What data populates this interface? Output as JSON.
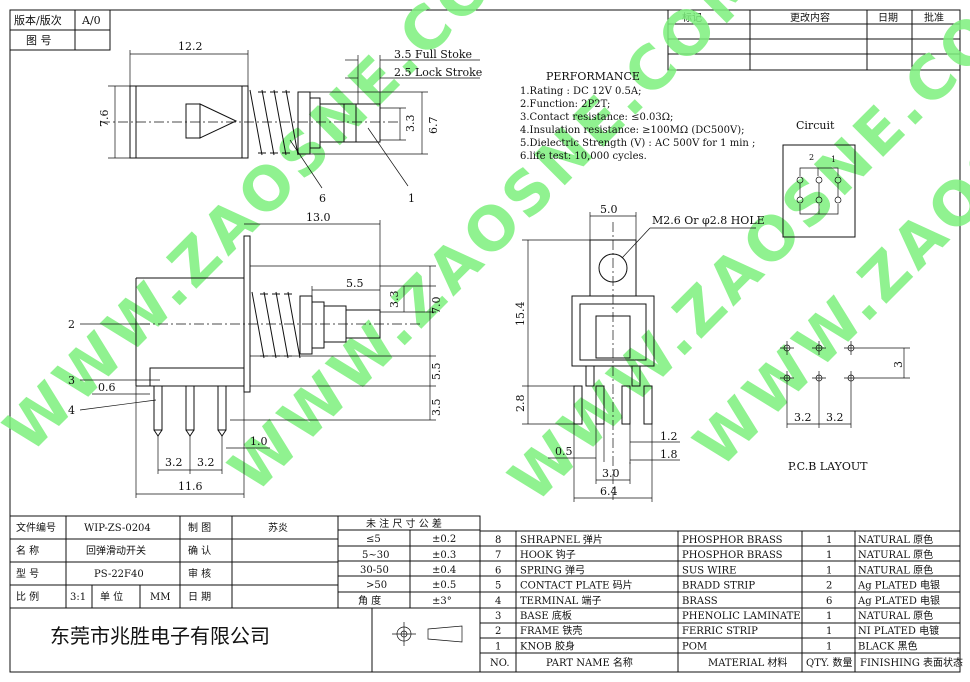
{
  "title_block": {
    "version_label": "版本/版次",
    "version_value": "A/0",
    "drawing_no_label": "图    号"
  },
  "revision_table": {
    "headers": [
      "标记",
      "更改内容",
      "日期",
      "批准"
    ]
  },
  "dimensions": {
    "top_width": "12.2",
    "full_stroke": "3.5 Full Stoke",
    "lock_stroke": "2.5 Lock Stroke",
    "height_left": "7.6",
    "shaft_inner": "3.3",
    "shaft_outer": "6.7",
    "label_6": "6",
    "label_1": "1",
    "side_width": "13.0",
    "side_step": "5.5",
    "side_right_a": "3.3",
    "side_right_b": "7.0",
    "side_right_c": "5.5",
    "side_right_d": "3.5",
    "label_2": "2",
    "label_3": "3",
    "label_4": "4",
    "pin_offset": "0.6",
    "pin_pitch_a": "3.2",
    "pin_pitch_b": "3.2",
    "pin_tail": "1.0",
    "base_width": "11.6",
    "front_top": "5.0",
    "hole_note": "M2.6 Or φ2.8 HOLE",
    "front_height": "15.4",
    "front_pin_len": "2.8",
    "front_pin_w": "0.5",
    "front_right_a": "1.2",
    "front_right_b": "1.8",
    "front_pin_span": "3.0",
    "front_body": "6.4",
    "pcb_pitch_a": "3.2",
    "pcb_pitch_b": "3.2",
    "pcb_row": "3"
  },
  "performance": {
    "heading": "PERFORMANCE",
    "lines": [
      "1.Rating : DC 12V 0.5A;",
      "2.Function: 2P2T;",
      "3.Contact resistance: ≤0.03Ω;",
      "4.Insulation resistance: ≥100MΩ (DC500V);",
      "5.Dielectric Strength (V) : AC 500V for 1 min ;",
      "6.life test: 10,000 cycles."
    ]
  },
  "circuit": {
    "label": "Circuit",
    "pin_a": "2",
    "pin_b": "1"
  },
  "pcb_label": "P.C.B LAYOUT",
  "watermark": "WWW.ZAOSNE.COM",
  "info_block": {
    "rows": [
      {
        "label": "文件编号",
        "value": "WIP-ZS-0204",
        "role": "制    图",
        "person": "苏炎"
      },
      {
        "label": "名    称",
        "value": "回弹滑动开关",
        "role": "确    认",
        "person": ""
      },
      {
        "label": "型    号",
        "value": "PS-22F40",
        "role": "审    核",
        "person": ""
      },
      {
        "label": "比    例",
        "value": "3:1",
        "unit_label": "单  位",
        "unit": "MM",
        "role": "日    期",
        "person": ""
      }
    ],
    "company": "东莞市兆胜电子有限公司"
  },
  "tolerance": {
    "header": "未 注 尺 寸 公 差",
    "rows": [
      [
        "≤5",
        "±0.2"
      ],
      [
        "5~30",
        "±0.3"
      ],
      [
        "30-50",
        "±0.4"
      ],
      [
        ">50",
        "±0.5"
      ],
      [
        "角  度",
        "±3°"
      ]
    ]
  },
  "bom": {
    "headers": [
      "NO.",
      "PART NAME 名称",
      "MATERIAL 材料",
      "QTY. 数量",
      "FINISHING 表面状态"
    ],
    "rows": [
      [
        "8",
        "SHRAPNEL 弹片",
        "PHOSPHOR BRASS",
        "1",
        "NATURAL 原色"
      ],
      [
        "7",
        "HOOK 钩子",
        "PHOSPHOR BRASS",
        "1",
        "NATURAL 原色"
      ],
      [
        "6",
        "SPRING 弹弓",
        "SUS WIRE",
        "1",
        "NATURAL 原色"
      ],
      [
        "5",
        "CONTACT PLATE 码片",
        "BRADD STRIP",
        "2",
        "Ag PLATED 电银"
      ],
      [
        "4",
        "TERMINAL 端子",
        "BRASS",
        "6",
        "Ag PLATED 电银"
      ],
      [
        "3",
        "BASE 底板",
        "PHENOLIC LAMINATE",
        "1",
        "NATURAL 原色"
      ],
      [
        "2",
        "FRAME 铁壳",
        "FERRIC STRIP",
        "1",
        "NI PLATED 电镀"
      ],
      [
        "1",
        "KNOB 胶身",
        "POM",
        "1",
        "BLACK 黑色"
      ]
    ]
  }
}
